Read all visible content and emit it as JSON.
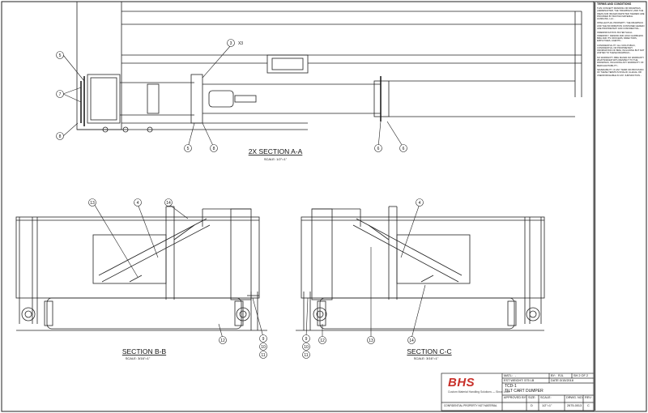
{
  "views": {
    "section_aa": {
      "title": "2X SECTION A-A",
      "scale": "SCALE: 1/2\"=1\""
    },
    "section_bb": {
      "title": "SECTION B-B",
      "scale": "SCALE: 3/16\"=1\""
    },
    "section_cc": {
      "title": "SECTION C-C",
      "scale": "SCALE: 3/16\"=1\""
    }
  },
  "callouts_aa": [
    "5",
    "7",
    "8",
    "3",
    "X3",
    "5",
    "8",
    "6",
    "6"
  ],
  "callouts_bb": [
    "13",
    "4",
    "14",
    "12",
    "9",
    "10",
    "11"
  ],
  "callouts_cc": [
    "4",
    "13",
    "14",
    "12",
    "9",
    "10",
    "11"
  ],
  "terms": {
    "title": "TERMS AND CONDITIONS",
    "paragraphs": [
      "This concept drawing or drawings (hereinafter, the \"Drawings\") and the ideas and images depicted therein are provided by Bastian Material Handling, LLC...",
      "Intellectual property. The drawings and the information contained herein are proprietary and confidential...",
      "Indemnification. Buyer shall indemnify, defend and hold harmless BMH and its officers, directors, employees, agents...",
      "Confidentiality. All non-public, confidential or proprietary information of BMH, including but not limited to these drawings...",
      "No warranty. BMH makes no warranty whatsoever with respect to the drawings, including any warranty of merchantability...",
      "Severability. If any term or provision of these terms is invalid, illegal or unenforceable in any jurisdiction..."
    ]
  },
  "title_block": {
    "logo": "BHS",
    "tagline": "Custom Material Handling Solutions — Since 1959",
    "matl_label": "MATL:",
    "matl_value": "-",
    "by_label": "BY:",
    "by_value": "RJL",
    "sheet": "SH 2 OF 2",
    "weight": "EST WEIGHT: 575 LB",
    "date_label": "DATE:",
    "date_value": "3/15/2018",
    "part_number": "TCD-1",
    "part_name": "TILT CART DUMPER",
    "approved_label": "APPROVED BY:",
    "size_label": "SIZE:",
    "size_value": "D",
    "scale_label": "SCALE:",
    "scale_value": "1/2\"=1\"",
    "drwg_label": "DRWG. NO:",
    "drwg_value": "2675-0013",
    "rev_label": "REV:",
    "rev_value": "C",
    "confidential": "CONFIDENTIAL PROPERTY NOT MATERIAL"
  }
}
